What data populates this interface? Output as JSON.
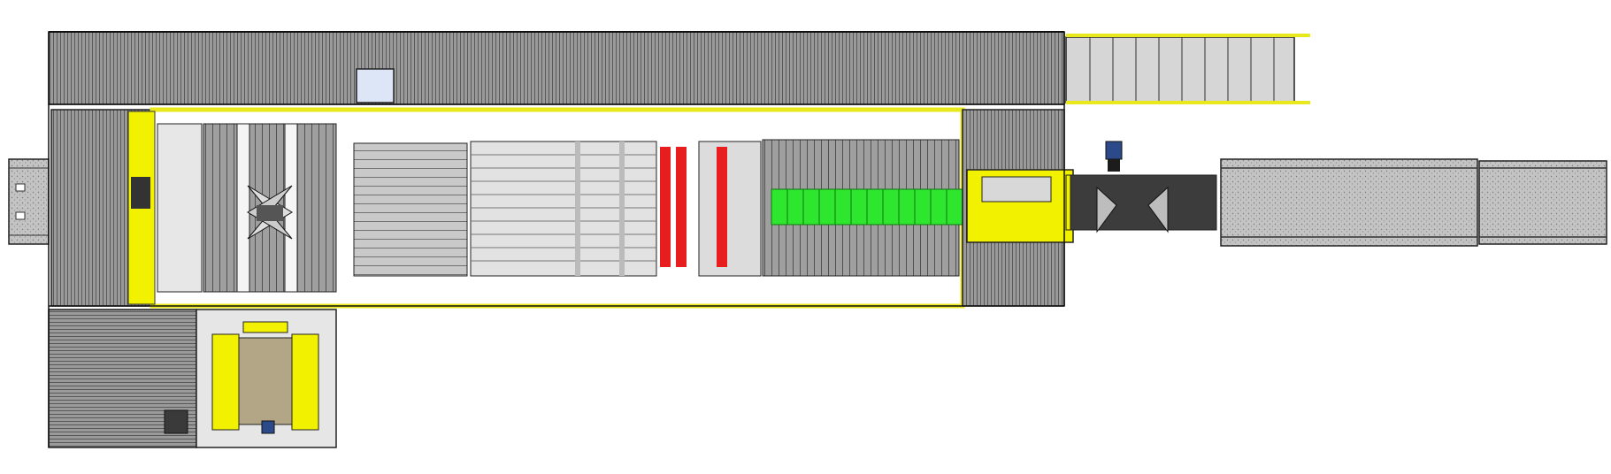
{
  "drawing": {
    "kind": "plan-view",
    "colors": {
      "background": "#ffffff",
      "line": "#222222",
      "grating_fill": "#8e8e8e",
      "grating_dark": "#3a3a3a",
      "frame_yellow": "#e8e81c",
      "accent_yellow": "#f2f200",
      "conveyor_light": "#d6d6d6",
      "conveyor_grey": "#a9a9a9",
      "roller_zone_green": "#2ee62e",
      "roller_zone_red": "#e81e1e",
      "panel_blue": "#dde6f7",
      "motor_blue": "#2c4a8a",
      "product_tan": "#b3a686"
    },
    "components": [
      "grating-platform",
      "yellow-machine-frame",
      "robot-palletizer-cell",
      "roller-conveyor-zone",
      "green-accumulation-zone",
      "red-transfer-zone",
      "infeed-belt-conveyor",
      "discharge-conveyor",
      "lift-station",
      "drive-motor-icon",
      "control-panel"
    ]
  }
}
